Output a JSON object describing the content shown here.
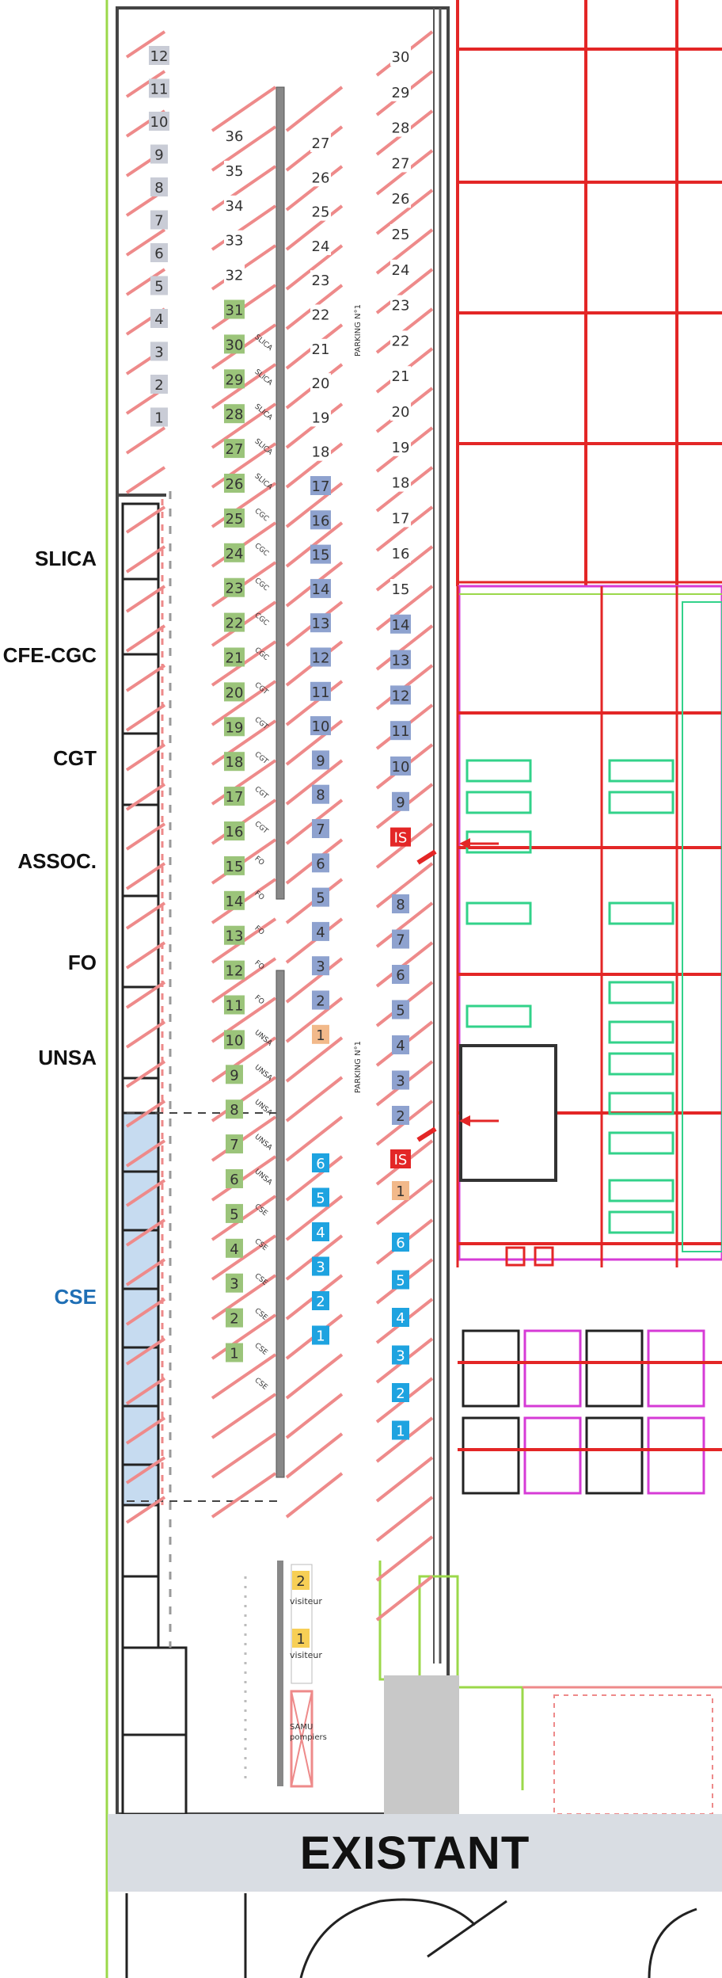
{
  "zones": {
    "slica": "SLICA",
    "cfe_cgc": "CFE-CGC",
    "cgt": "CGT",
    "assoc": "ASSOC.",
    "fo": "FO",
    "unsa": "UNSA",
    "cse": "CSE"
  },
  "banner": "EXISTANT",
  "col_a": [
    "12",
    "11",
    "10",
    "9",
    "8",
    "7",
    "6",
    "5",
    "4",
    "3",
    "2",
    "1"
  ],
  "col_b": [
    "36",
    "35",
    "34",
    "33",
    "32",
    "31",
    "30",
    "29",
    "28",
    "27",
    "26",
    "25",
    "24",
    "23",
    "22",
    "21",
    "20",
    "19",
    "18",
    "17",
    "16",
    "15",
    "14",
    "13",
    "12",
    "11",
    "10",
    "9",
    "8",
    "7",
    "6",
    "5",
    "4",
    "3",
    "2",
    "1"
  ],
  "col_b_tags": [
    "SLICA",
    "SLICA",
    "SLICA",
    "SLICA",
    "SLICA",
    "CGC",
    "CGC",
    "CGC",
    "CGC",
    "CGC",
    "CGT",
    "CGT",
    "CGT",
    "CGT",
    "CGT",
    "FO",
    "FO",
    "FO",
    "FO",
    "FO",
    "UNSA",
    "UNSA",
    "UNSA",
    "UNSA",
    "UNSA",
    "CSE",
    "CSE",
    "CSE",
    "CSE",
    "CSE",
    "CSE"
  ],
  "col_c": [
    "27",
    "26",
    "25",
    "24",
    "23",
    "22",
    "21",
    "20",
    "19",
    "18",
    "17",
    "16",
    "15",
    "14",
    "13",
    "12",
    "11",
    "10",
    "9",
    "8",
    "7",
    "6",
    "5",
    "4",
    "3",
    "2",
    "1",
    "6",
    "5",
    "4",
    "3",
    "2",
    "1"
  ],
  "col_d": [
    "30",
    "29",
    "28",
    "27",
    "26",
    "25",
    "24",
    "23",
    "22",
    "21",
    "20",
    "19",
    "18",
    "17",
    "16",
    "15",
    "14",
    "13",
    "12",
    "11",
    "10",
    "9",
    "IS",
    "8",
    "7",
    "6",
    "5",
    "4",
    "3",
    "2",
    "IS",
    "1",
    "6",
    "5",
    "4",
    "3",
    "2",
    "1"
  ],
  "parking_label": "PARKING N°1",
  "visitor": {
    "n2": "2",
    "n1": "1",
    "label": "visiteur"
  },
  "samu": [
    "SAMU",
    "pompiers"
  ],
  "colors": {
    "green": "#9bc47a",
    "lavender": "#8ea2cf",
    "gray": "#c9ccd6",
    "cyan": "#1ea3e0",
    "orange": "#f2b98a",
    "yellow": "#f7cf56",
    "red": "#e32626",
    "pink": "#ee8a8a",
    "magenta": "#d63bd6",
    "lime": "#9bd84a",
    "teal": "#32d28a"
  }
}
